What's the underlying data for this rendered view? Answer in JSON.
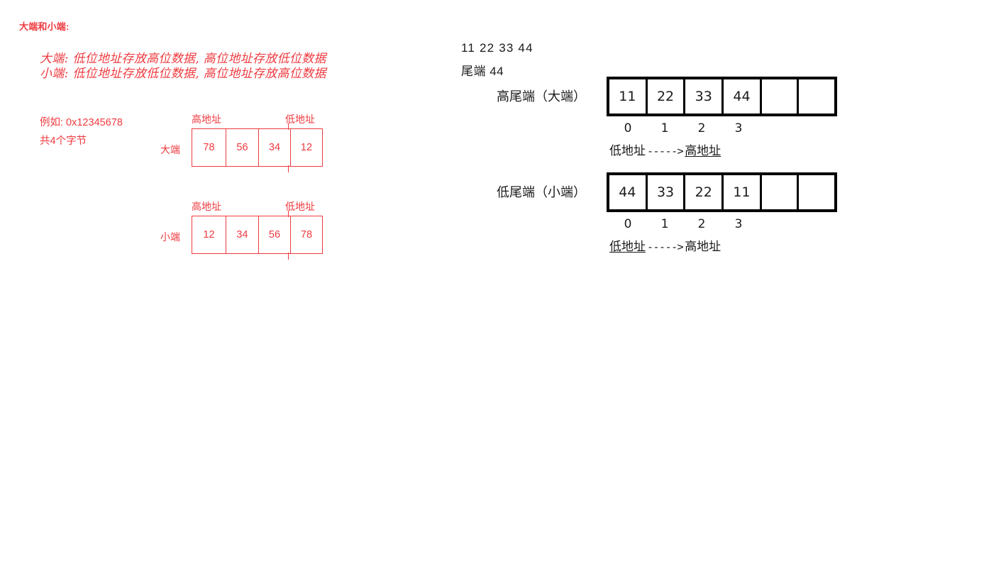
{
  "colors": {
    "red": "#EE3A3F",
    "black": "#1a1a1a",
    "background": "#ffffff"
  },
  "left": {
    "heading": "大端和小端:",
    "rules": [
      "大端: 低位地址存放高位数据, 高位地址存放低位数据",
      "小端: 低位地址存放低位数据, 高位地址存放高位数据"
    ],
    "example": {
      "hex_line": "例如: 0x12345678",
      "bytes_line": "共4个字节"
    },
    "tables": [
      {
        "row_label": "大端",
        "high_addr_label": "高地址",
        "low_addr_label": "低地址",
        "cells": [
          "78",
          "56",
          "34",
          "12"
        ]
      },
      {
        "row_label": "小端",
        "high_addr_label": "高地址",
        "low_addr_label": "低地址",
        "cells": [
          "12",
          "34",
          "56",
          "78"
        ]
      }
    ]
  },
  "right": {
    "sequence_line": "11  22  33  44",
    "tail_line": "尾端 44",
    "diagrams": [
      {
        "row_label": "高尾端（大端）",
        "cells": [
          "11",
          "22",
          "33",
          "44",
          "",
          ""
        ],
        "indices": [
          "0",
          "1",
          "2",
          "3"
        ],
        "addr_low": "低地址",
        "arrow": "----->",
        "addr_high": "高地址",
        "underlined": "high"
      },
      {
        "row_label": "低尾端（小端）",
        "cells": [
          "44",
          "33",
          "22",
          "11",
          "",
          ""
        ],
        "indices": [
          "0",
          "1",
          "2",
          "3"
        ],
        "addr_low": "低地址",
        "arrow": "----->",
        "addr_high": "高地址",
        "underlined": "low"
      }
    ]
  }
}
